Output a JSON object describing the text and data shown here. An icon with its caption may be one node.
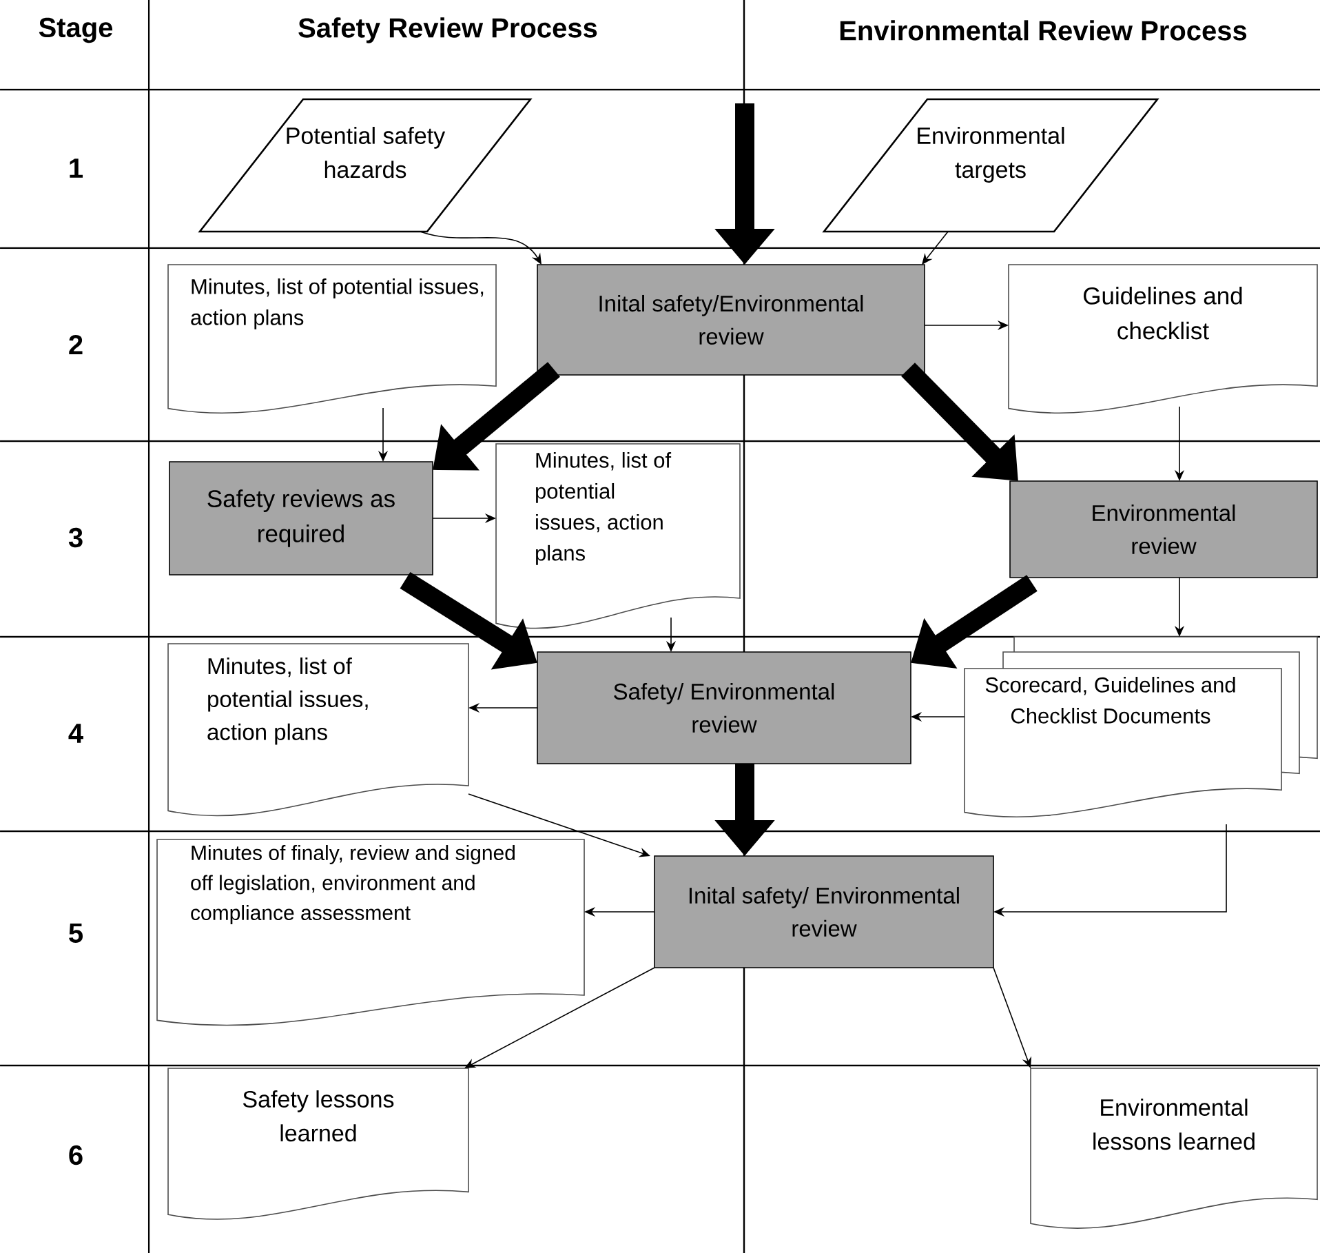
{
  "diagram": {
    "nodes": [
      {
        "text": [
          "Potential safety hazards"
        ]
      },
      {
        "text": [
          "Environmental targets"
        ]
      },
      {
        "text": [
          "Inital safety/Environmental review"
        ]
      },
      {
        "text": [
          "Minutes, list of potential issues, action plans"
        ]
      },
      {
        "text": [
          "Guidelines and checklist"
        ]
      },
      {
        "text": [
          "Safety reviews as required"
        ]
      },
      {
        "text": [
          "Minutes, list of potential issues, action plans"
        ]
      },
      {
        "text": [
          "Environmental review"
        ]
      },
      {
        "text": [
          "Safety/ Environmental review"
        ]
      },
      {
        "text": [
          "Minutes, list of potential issues, action plans"
        ]
      },
      {
        "text": [
          "Scorecard, Guidelines and Checklist Documents"
        ]
      },
      {
        "text": [
          "Inital safety/ Environmental review"
        ]
      },
      {
        "text": [
          "Minutes of finaly, review and signed off legislation, environment and compliance assessment"
        ]
      },
      {
        "text": [
          "Safety lessons learned"
        ]
      },
      {
        "text": [
          "Environmental lessons learned"
        ]
      }
    ],
    "edges": [
      {
        "from": 0,
        "to": 2,
        "arrow": "to"
      },
      {
        "from": 1,
        "to": 2,
        "arrow": "to"
      },
      {
        "from": 2,
        "to": 4,
        "arrow": "to"
      },
      {
        "from": 3,
        "to": 5,
        "arrow": "to"
      },
      {
        "from": 5,
        "to": 6,
        "arrow": "to"
      },
      {
        "from": 4,
        "to": 7,
        "arrow": "to"
      },
      {
        "from": 6,
        "to": 8,
        "arrow": "to"
      },
      {
        "from": 7,
        "to": 10,
        "arrow": "to"
      },
      {
        "from": 8,
        "to": 9,
        "arrow": "to"
      },
      {
        "from": 10,
        "to": 8,
        "arrow": "to"
      },
      {
        "from": 9,
        "to": 11,
        "arrow": "to"
      },
      {
        "from": 10,
        "to": 11,
        "arrow": "to"
      },
      {
        "from": 11,
        "to": 12,
        "arrow": "to"
      },
      {
        "from": 11,
        "to": 13,
        "arrow": "to"
      },
      {
        "from": 11,
        "to": 14,
        "arrow": "to"
      },
      {
        "from": null,
        "to": 2,
        "arrow": "to",
        "style": "thick"
      },
      {
        "from": 2,
        "to": 5,
        "arrow": "to",
        "style": "thick"
      },
      {
        "from": 2,
        "to": 7,
        "arrow": "to",
        "style": "thick"
      },
      {
        "from": 5,
        "to": 8,
        "arrow": "to",
        "style": "thick"
      },
      {
        "from": 7,
        "to": 8,
        "arrow": "to",
        "style": "thick"
      },
      {
        "from": 8,
        "to": 11,
        "arrow": "to",
        "style": "thick"
      }
    ],
    "labels": [
      "Stage",
      "Safety Review Process",
      "Environmental Review Process",
      "1",
      "2",
      "3",
      "4",
      "5",
      "6"
    ]
  }
}
